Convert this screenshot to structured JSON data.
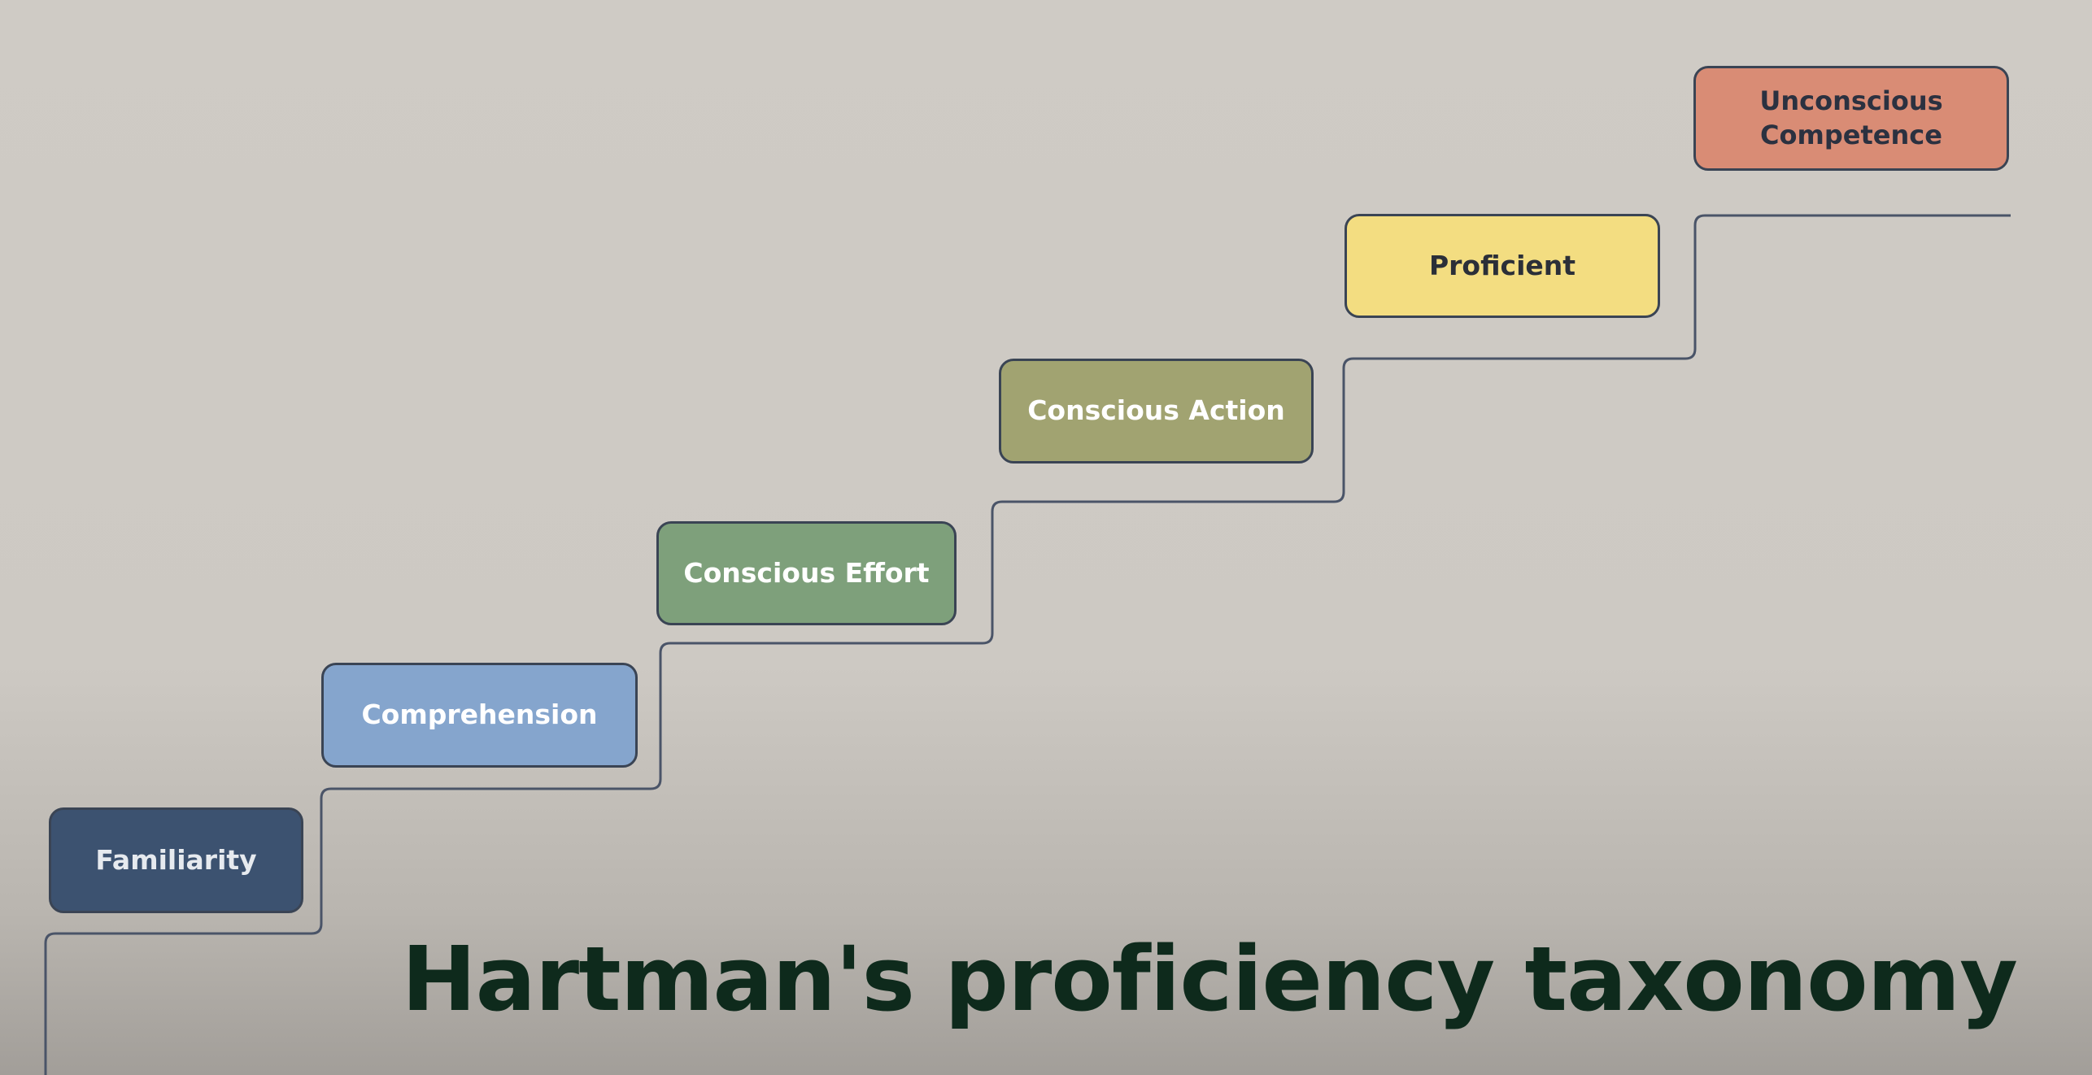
{
  "title": "Hartman's proficiency taxonomy",
  "steps": [
    {
      "label": "Familiarity",
      "color": "#3c5270"
    },
    {
      "label": "Comprehension",
      "color": "#85a5cd"
    },
    {
      "label": "Conscious Effort",
      "color": "#7ea07b"
    },
    {
      "label": "Conscious Action",
      "color": "#a1a371"
    },
    {
      "label": "Proficient",
      "color": "#f3dd81"
    },
    {
      "label": "Unconscious\nCompetence",
      "color": "#d98c75"
    }
  ],
  "colors": {
    "background": "#cfcbc5",
    "line": "#4a5468",
    "title": "#0e2a1c"
  }
}
